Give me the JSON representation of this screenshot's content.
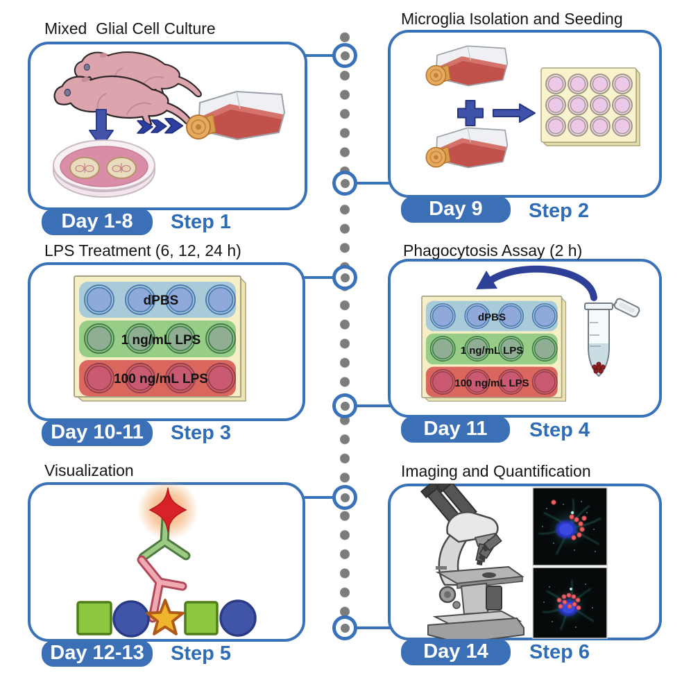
{
  "figure": {
    "type": "protocol-timeline-diagram",
    "layout": "2 columns x 3 rows of rounded panels joined by a central vertical dotted timeline"
  },
  "timeline": {
    "orientation": "vertical",
    "style": "gray dotted line with blue ring connector nodes",
    "node_count": 6
  },
  "colors": {
    "accent_blue": "#3a72b9",
    "badge_blue": "#3c70b6",
    "step_text_blue": "#2e6db5",
    "title_text": "#141414",
    "dot_gray": "#7c7c7c",
    "arrow_blue": "#3d52a8",
    "chevron_navy": "#2c3f9e",
    "flask_media_red": "#c2504b",
    "flask_cap_orange": "#e7ab60",
    "plate_cream": "#f6efc6",
    "well_pink": "#ecc9e9",
    "row_blue": "#a9cbd9",
    "row_green": "#97cd87",
    "row_red": "#d9675e",
    "well_blue": "#8ea9da",
    "well_green": "#8fae93",
    "well_red": "#c95a71",
    "mouse_pink": "#dca4ac",
    "petri_media_pink": "#da8da6",
    "antigen_square_green": "#8dc63f",
    "antigen_circle_blue": "#4155a8",
    "antigen_star_gold": "#f1b42d",
    "fluorophore_red": "#d92128",
    "antibody_green": "#9dcb84",
    "antibody_pink": "#f2aab2",
    "nucleus_blue": "#2b3bd6",
    "bead_red": "#ee6167",
    "wisp_cyan": "#49c2b8"
  },
  "plate": {
    "row1": "dPBS",
    "row2": "1 ng/mL LPS",
    "row3": "100 ng/mL LPS"
  },
  "steps": [
    {
      "title": "Mixed  Glial Cell Culture",
      "day": "Day 1-8",
      "step": "Step 1",
      "icons": [
        "mouse-pups-icon",
        "down-arrow-icon",
        "petri-dish-brain-slices-icon",
        "triple-chevron-arrow-icon",
        "culture-flask-icon"
      ]
    },
    {
      "title": "Microglia Isolation and Seeding",
      "day": "Day 9",
      "step": "Step 2",
      "icons": [
        "culture-flask-icon",
        "plus-icon",
        "right-arrow-icon",
        "twelve-well-plate-icon"
      ]
    },
    {
      "title": "LPS Treatment (6, 12, 24 h)",
      "day": "Day 10-11",
      "step": "Step 3",
      "icons": [
        "lps-treatment-plate-icon"
      ]
    },
    {
      "title": "Phagocytosis Assay (2 h)",
      "day": "Day 11",
      "step": "Step 4",
      "icons": [
        "curved-arrow-icon",
        "lps-treatment-plate-icon",
        "microcentrifuge-tube-icon"
      ]
    },
    {
      "title": "Visualization",
      "day": "Day 12-13",
      "step": "Step 5",
      "icons": [
        "fluorophore-star-icon",
        "secondary-antibody-icon",
        "primary-antibody-icon",
        "antigen-shapes-icon"
      ]
    },
    {
      "title": "Imaging and Quantification",
      "day": "Day 14",
      "step": "Step 6",
      "icons": [
        "microscope-icon",
        "fluorescence-image-icon",
        "fluorescence-image-icon"
      ]
    }
  ]
}
